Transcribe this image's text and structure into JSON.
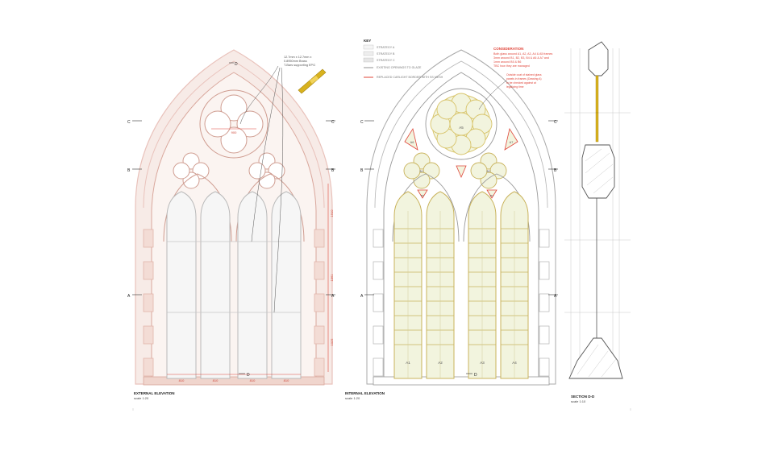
{
  "colors": {
    "line": "#9a9a9a",
    "dark": "#444444",
    "pink": "#e9c2bb",
    "pinkFill": "#f6e8e4",
    "pinkDim": "#cf4b3e",
    "glass": "#f2f4de",
    "glassLine": "#d8c46a",
    "red": "#e0453a",
    "brass": "#d8b21e"
  },
  "ext": {
    "title": "EXTERNAL ELEVATION",
    "scale": "scale 1:20",
    "note": [
      "12.7mm x 12.7mm x",
      "0.8950mm Brass",
      "T-Bars supporting EPG"
    ],
    "dim_top": "900",
    "dims_bottom": [
      "810",
      "810",
      "810",
      "810"
    ],
    "dims_side": [
      "1910",
      "1861",
      "1025"
    ]
  },
  "int": {
    "title": "INTERNAL ELEVATION",
    "scale": "scale 1:20",
    "panels": [
      "A1",
      "A2",
      "A3",
      "A4"
    ],
    "tracery": [
      "A5",
      "A6",
      "A7",
      "B1",
      "B2",
      "B3",
      "B4"
    ]
  },
  "sec": {
    "title": "SECTION D-D",
    "scale": "scale 1:10"
  },
  "markers": {
    "C": "C",
    "B": "B",
    "A": "A",
    "D": "D"
  },
  "key": {
    "title": "KEY",
    "items": [
      "STRATEGY A",
      "STRATEGY B",
      "STRATEGY C",
      "EXISTING OPENINGS TO GLAZE",
      "REPLACED CARLIGHT BORDER WITH SS MESH"
    ]
  },
  "consideration": {
    "title": "CONSIDERATION",
    "lines": [
      "Both glass around A1, A2, A3, A4 & A5 frames",
      "3mm around B1, B2, B3, B4 & A6 & A7 and",
      "1mm around B5 & B6",
      "TBC how they are managed"
    ]
  },
  "stainNote": [
    "Outside coat of stained glass",
    "panels in frames (Drawing A)",
    "to be checked against at",
    "legalizing time"
  ]
}
